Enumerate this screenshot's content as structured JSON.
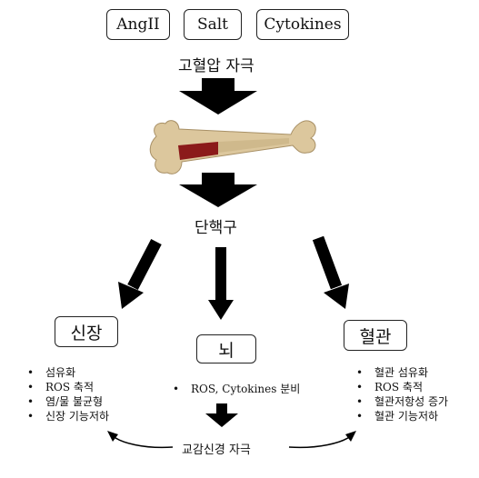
{
  "stimuli": [
    "AngII",
    "Salt",
    "Cytokines"
  ],
  "hypertension_label": "고혈압 자극",
  "monocyte_label": "단핵구",
  "organs": {
    "kidney": {
      "title": "신장",
      "items": [
        "섬유화",
        "ROS 축적",
        "염/물 불균형",
        "신장 기능저하"
      ]
    },
    "brain": {
      "title": "뇌",
      "items": [
        "ROS, Cytokines 분비"
      ]
    },
    "vessel": {
      "title": "혈관",
      "items": [
        "혈관 섬유화",
        "ROS 축적",
        "혈관저항성 증가",
        "혈관 기능저하"
      ]
    }
  },
  "sympathetic_label": "교감신경 자극",
  "icons": [
    "bone-marrow-femur-icon"
  ],
  "colors": {
    "arrow": "#000000",
    "bone": "#d9c49a",
    "marrow": "#8b1a1a"
  }
}
